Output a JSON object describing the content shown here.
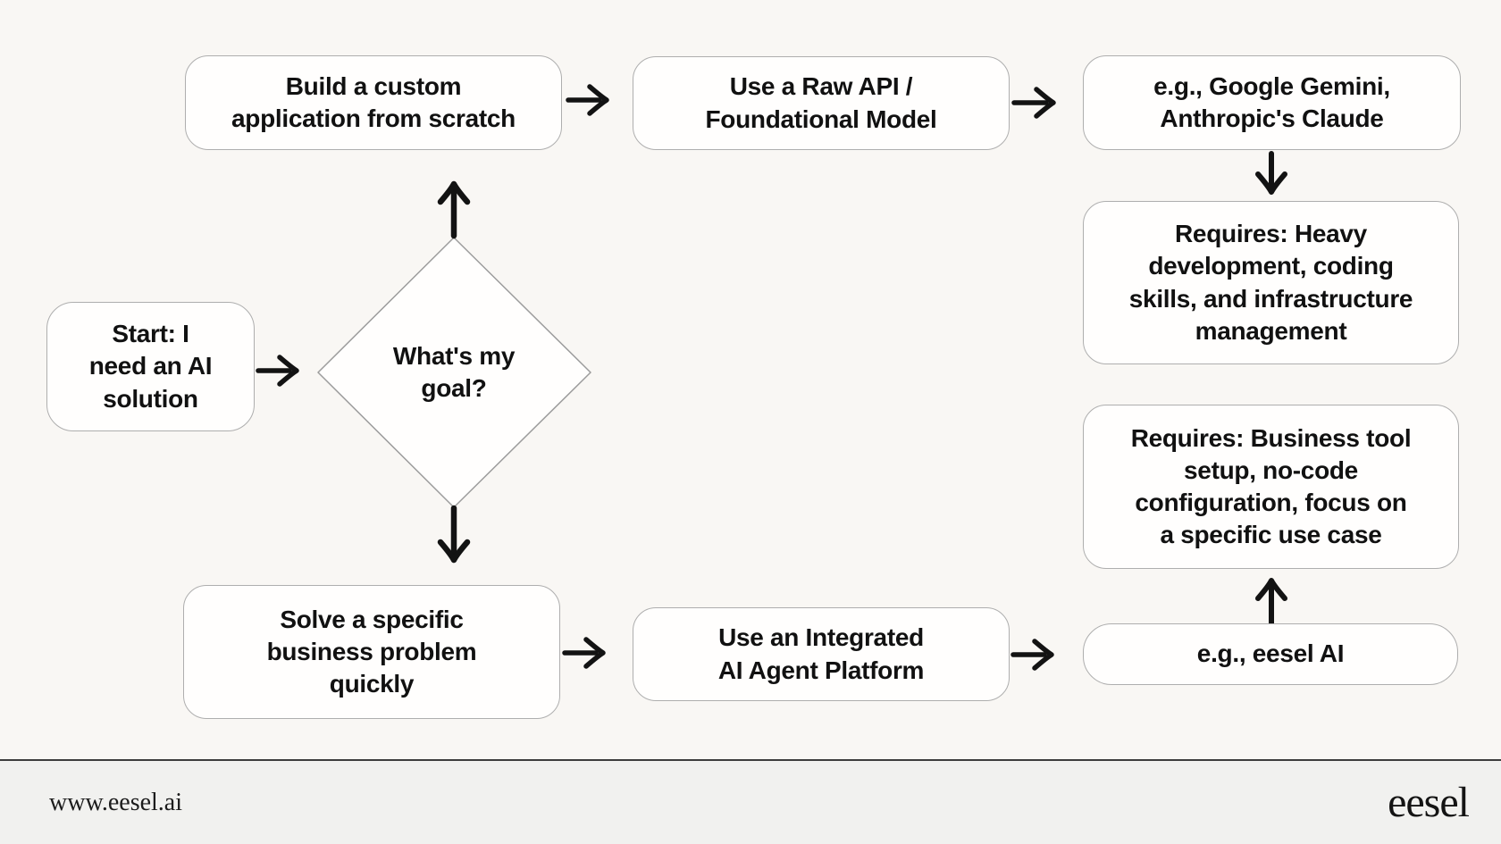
{
  "flowchart": {
    "nodes": {
      "start": {
        "lines": [
          "Start: I",
          "need an AI",
          "solution"
        ]
      },
      "goal": {
        "lines": [
          "What's my",
          "goal?"
        ]
      },
      "build": {
        "lines": [
          "Build a custom",
          "application from scratch"
        ]
      },
      "raw_api": {
        "lines": [
          "Use a Raw API /",
          "Foundational Model"
        ]
      },
      "gemini": {
        "lines": [
          "e.g., Google Gemini,",
          "Anthropic's Claude"
        ]
      },
      "requires_heavy": {
        "lines": [
          "Requires: Heavy",
          "development, coding",
          "skills, and infrastructure",
          "management"
        ]
      },
      "solve": {
        "lines": [
          "Solve a specific",
          "business problem",
          "quickly"
        ]
      },
      "integrated": {
        "lines": [
          "Use an Integrated",
          "AI Agent Platform"
        ]
      },
      "eesel_ai": {
        "lines": [
          "e.g., eesel AI"
        ]
      },
      "requires_business": {
        "lines": [
          "Requires: Business tool",
          "setup, no-code",
          "configuration, focus on",
          "a specific use case"
        ]
      }
    },
    "edges": [
      {
        "from": "start",
        "to": "goal",
        "direction": "right"
      },
      {
        "from": "goal",
        "to": "build",
        "direction": "up"
      },
      {
        "from": "goal",
        "to": "solve",
        "direction": "down"
      },
      {
        "from": "build",
        "to": "raw_api",
        "direction": "right"
      },
      {
        "from": "raw_api",
        "to": "gemini",
        "direction": "right"
      },
      {
        "from": "gemini",
        "to": "requires_heavy",
        "direction": "down"
      },
      {
        "from": "solve",
        "to": "integrated",
        "direction": "right"
      },
      {
        "from": "integrated",
        "to": "eesel_ai",
        "direction": "right"
      },
      {
        "from": "eesel_ai",
        "to": "requires_business",
        "direction": "up"
      }
    ]
  },
  "footer": {
    "url": "www.eesel.ai",
    "logo": "eesel"
  },
  "colors": {
    "page_background": "#f9f7f4",
    "node_background": "#fffefd",
    "node_border": "#aeaeae",
    "text": "#111111",
    "arrow": "#131313",
    "footer_background": "#f1f1ef",
    "footer_divider": "#3d3d3d"
  }
}
